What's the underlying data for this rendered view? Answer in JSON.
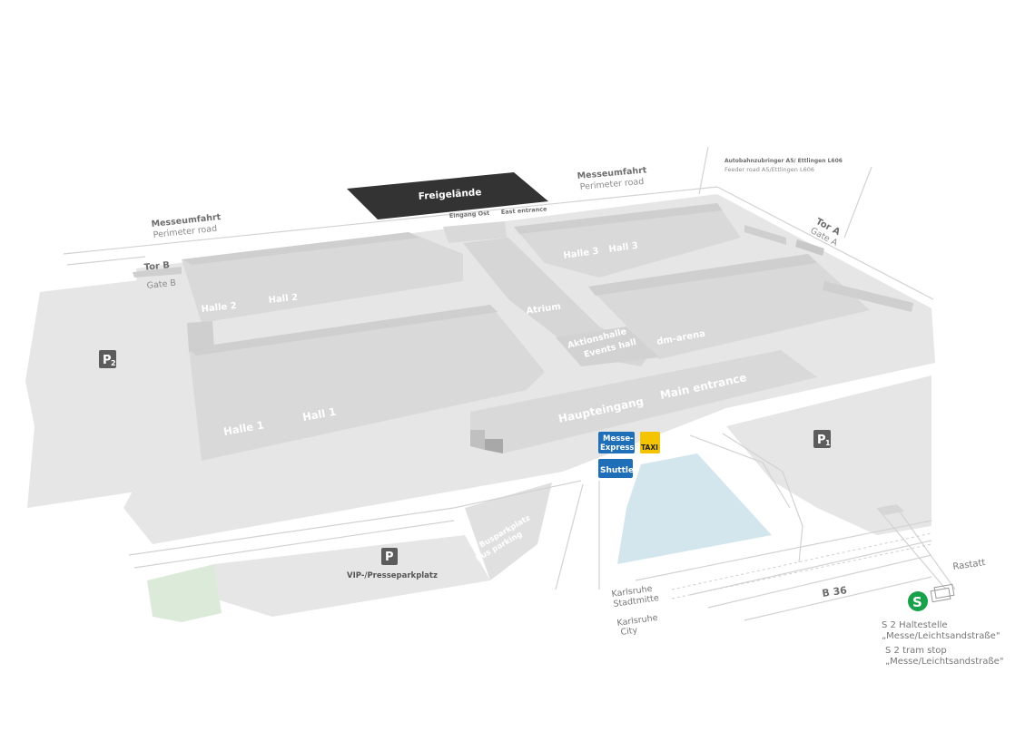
{
  "colors": {
    "ground": "#e6e6e6",
    "building": "#d9d9d9",
    "building_dark": "#c6c6c6",
    "road_line": "#d2d2d2",
    "freigelaende": "#333333",
    "parking_icon": "#5c5c5c",
    "shuttle_blue": "#1e6fb8",
    "taxi_yellow": "#f5c400",
    "lake": "#d3e6ee",
    "green_area": "#dcebd9",
    "sbahn_green": "#19a04a"
  },
  "labels": {
    "freigelaende": "Freigelände",
    "messeumfahrt_left": "Messeumfahrt",
    "perimeter_left": "Perimeter road",
    "messeumfahrt_top": "Messeumfahrt",
    "perimeter_top": "Perimeter road",
    "feeder_de": "Autobahnzubringer A5/ Ettlingen L606",
    "feeder_en": "Feeder road A5/Ettlingen L606",
    "tor_a": "Tor A",
    "gate_a": "Gate A",
    "tor_b": "Tor B",
    "gate_b": "Gate B",
    "eingang_ost": "Eingang Ost",
    "east_entrance": "East entrance",
    "halle2": "Halle 2",
    "hall2": "Hall 2",
    "halle3": "Halle 3",
    "hall3": "Hall 3",
    "atrium": "Atrium",
    "aktionshalle": "Aktionshalle",
    "events_hall": "Events hall",
    "dm_arena": "dm-arena",
    "halle1": "Halle 1",
    "hall1": "Hall 1",
    "haupteingang": "Haupteingang",
    "main_entrance": "Main entrance",
    "messe_express_1": "Messe-",
    "messe_express_2": "Express",
    "shuttle": "Shuttle",
    "taxi": "TAXI",
    "p2": "P",
    "p2_sub": "2",
    "p1": "P",
    "p1_sub": "1",
    "p_vip": "P",
    "vip_parking": "VIP-/Presseparkplatz",
    "busparkplatz": "Busparkplatz",
    "bus_parking": "Bus parking",
    "karlsruhe_stadtmitte_1": "Karlsruhe",
    "karlsruhe_stadtmitte_2": "Stadtmitte",
    "karlsruhe_city_1": "Karlsruhe",
    "karlsruhe_city_2": "City",
    "b36": "B 36",
    "rastatt": "Rastatt",
    "sbahn_symbol": "S",
    "s2_de_1": "S 2 Haltestelle",
    "s2_de_2": "„Messe/Leichtsandstraße\"",
    "s2_en_1": "S 2 tram stop",
    "s2_en_2": "„Messe/Leichtsandstraße\""
  }
}
